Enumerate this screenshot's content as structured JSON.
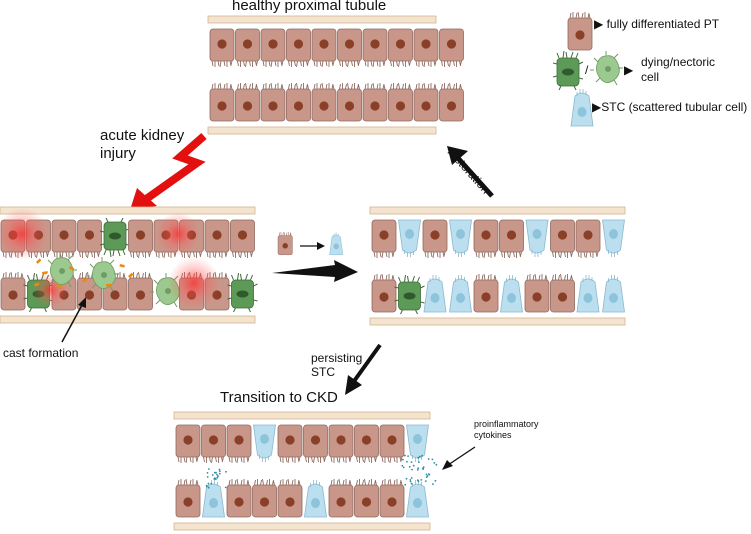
{
  "labels": {
    "healthy_title": "healthy proximal tubule",
    "legend_pt": "▶ fully differentiated PT",
    "legend_dying_sep": "/",
    "legend_dying_arrow": "▶",
    "legend_dying_1": "dying/nectoric",
    "legend_dying_2": "cell",
    "legend_stc": "▶STC (scattered tubular cell)",
    "aki_1": "acute kidney",
    "aki_2": "injury",
    "restoration": "restoration",
    "cast_formation": "cast formation",
    "persisting_1": "persisting",
    "persisting_2": "STC",
    "ckd_title": "Transition to CKD",
    "cytokines_1": "proinflammatory",
    "cytokines_2": "cytokines"
  },
  "colors": {
    "pt_cell": "#c9978a",
    "pt_edge": "#8f6a60",
    "nucleus": "#8a3f28",
    "stc_cell": "#bcdff0",
    "stc_edge": "#8ab8d0",
    "stc_nucleus": "#8ec3dc",
    "dying_cell": "#5d9a57",
    "dying_edge": "#3d6b39",
    "membrane_fill": "#f3e3cf",
    "membrane_line": "#d2b58f",
    "injury_arrow": "#e3100f",
    "arrow": "#111111",
    "injury_glow": "#ff3b3b",
    "cast_debris": "#e98a12",
    "cytokine_dots": "#2a8fa8"
  },
  "icons": [
    "pt-cell-icon",
    "dying-cell-icon",
    "necrotic-cell-icon",
    "stc-cell-icon",
    "lightning-arrow-icon"
  ]
}
